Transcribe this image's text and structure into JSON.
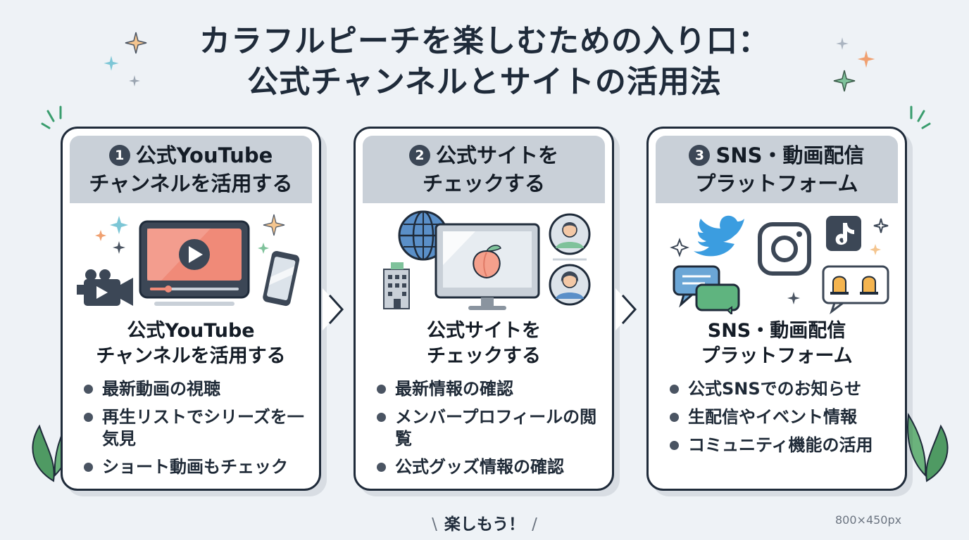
{
  "title": {
    "line1": "カラフルピーチを楽しむための入り口：",
    "line2": "公式チャンネルとサイトの活用法"
  },
  "cards": [
    {
      "number": "1",
      "heading_line1": "公式YouTube",
      "heading_line2": "チャンネルを活用する",
      "sub_line1": "公式YouTube",
      "sub_line2": "チャンネルを活用する",
      "items": [
        "最新動画の視聴",
        "再生リストでシリーズを一気見",
        "ショート動画もチェック"
      ],
      "icons": [
        "video-player-icon",
        "video-camera-icon",
        "smartphone-icon"
      ]
    },
    {
      "number": "2",
      "heading_line1": "公式サイトを",
      "heading_line2": "チェックする",
      "sub_line1": "公式サイトを",
      "sub_line2": "チェックする",
      "items": [
        "最新情報の確認",
        "メンバープロフィールの閲覧",
        "公式グッズ情報の確認"
      ],
      "icons": [
        "globe-icon",
        "monitor-peach-icon",
        "building-icon",
        "member-avatar-icon"
      ]
    },
    {
      "number": "3",
      "heading_line1": "SNS・動画配信",
      "heading_line2": "プラットフォーム",
      "sub_line1": "SNS・動画配信",
      "sub_line2": "プラットフォーム",
      "items": [
        "公式SNSでのお知らせ",
        "生配信やイベント情報",
        "コミュニティ機能の活用"
      ],
      "icons": [
        "twitter-bird-icon",
        "instagram-icon",
        "tiktok-icon",
        "chat-bubble-icon",
        "bell-icon"
      ]
    }
  ],
  "footer": "楽しもう！",
  "size_label": "800×450px",
  "colors": {
    "background": "#eef2f6",
    "border": "#1f2b3a",
    "header_band": "#c9d0d8",
    "accent_blue": "#3b8fd6",
    "accent_peach": "#f08a78",
    "accent_green": "#3a9d6e",
    "sparkle_orange": "#f0a070",
    "sparkle_teal": "#7cc6d6"
  }
}
